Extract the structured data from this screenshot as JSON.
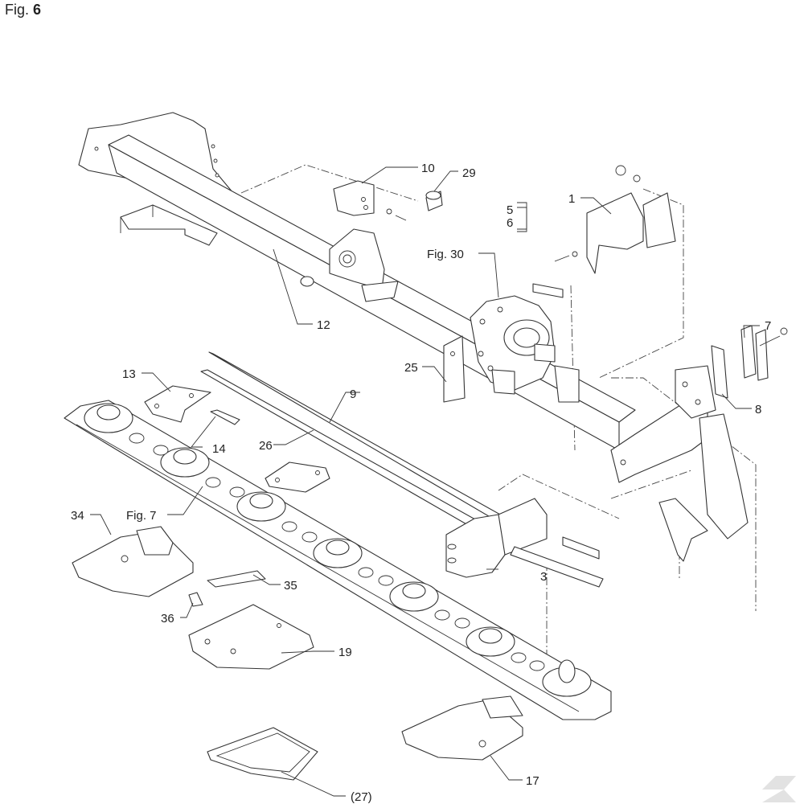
{
  "figure": {
    "prefix": "Fig.",
    "number": "6"
  },
  "labels": {
    "p1": "1",
    "p3": "3",
    "p5": "5",
    "p6": "6",
    "p7": "7",
    "p8": "8",
    "p9": "9",
    "p10": "10",
    "p12": "12",
    "p13": "13",
    "p14": "14",
    "p17": "17",
    "p19": "19",
    "p25": "25",
    "p26": "26",
    "p27": "(27)",
    "p29": "29",
    "p34": "34",
    "p35": "35",
    "p36": "36",
    "fig7": "Fig. 7",
    "fig30": "Fig. 30"
  }
}
